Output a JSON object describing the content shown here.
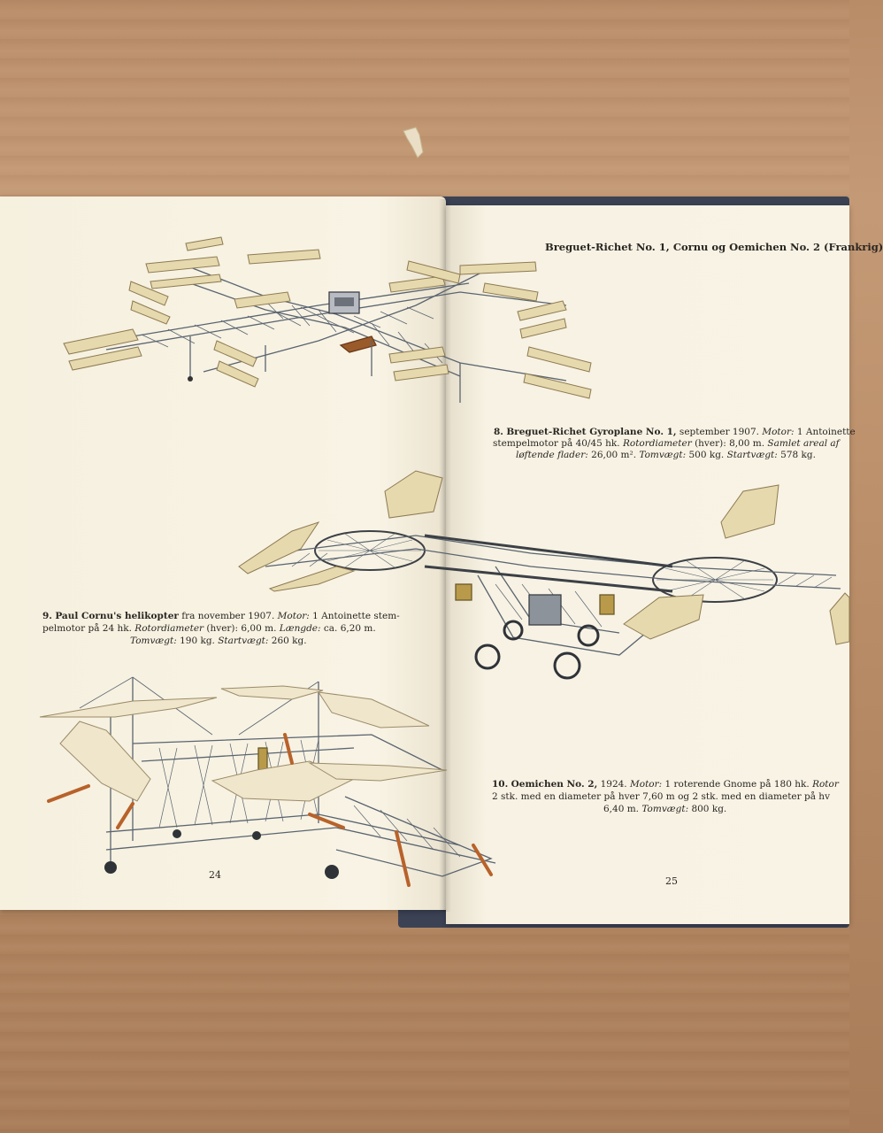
{
  "left_page": {
    "page_number": "24",
    "caption_9": {
      "line1_number": "9.",
      "line1_title": "Paul Cornu's helikopter",
      "line1_rest": " fra november 1907. ",
      "line1_motor_label": "Motor:",
      "line1_motor_value": " 1 Antoinette stem-",
      "line2": "pelmotor på 24 hk. ",
      "line2_rotor_label": "Rotordiameter",
      "line2_rotor_value": " (hver): 6,00 m. ",
      "line2_length_label": "Længde:",
      "line2_length_value": " ca. 6,20 m.",
      "line3_empty_label": "Tomvægt:",
      "line3_empty_value": " 190 kg. ",
      "line3_start_label": "Startvægt:",
      "line3_start_value": " 260 kg."
    }
  },
  "right_page": {
    "page_number": "25",
    "header": "Breguet-Richet No. 1, Cornu og Oemichen No. 2 (Frankrig)",
    "caption_8": {
      "line1_number": "8.",
      "line1_title": "Breguet-Richet Gyroplane No. 1,",
      "line1_rest": " september 1907. ",
      "line1_motor_label": "Motor:",
      "line1_motor_value": " 1 Antoinette",
      "line2": "stempelmotor på 40/45 hk. ",
      "line2_rotor_label": "Rotordiameter",
      "line2_rotor_value": " (hver): 8,00 m. ",
      "line2_area_label": "Samlet areal af",
      "line3_area_label_cont": "løftende flader:",
      "line3_area_value": " 26,00 m². ",
      "line3_empty_label": "Tomvægt:",
      "line3_empty_value": " 500 kg. ",
      "line3_start_label": "Startvægt:",
      "line3_start_value": " 578 kg."
    },
    "caption_10": {
      "line1_number": "10.",
      "line1_title": "Oemichen No. 2,",
      "line1_rest": " 1924. ",
      "line1_motor_label": "Motor:",
      "line1_motor_value": " 1 roterende Gnome på 180 hk. ",
      "line1_rotor_label": "Rotor",
      "line2": "2 stk. med en diameter på hver 7,60 m og 2 stk. med en diameter på hv",
      "line3": "6,40 m. ",
      "line3_empty_label": "Tomvægt:",
      "line3_empty_value": " 800 kg."
    }
  },
  "colors": {
    "paper": "#f7f1e1",
    "wood": "#b98c68",
    "ink": "#2a2622",
    "wing_fill": "#e8dcb8",
    "frame": "#5a6470"
  }
}
